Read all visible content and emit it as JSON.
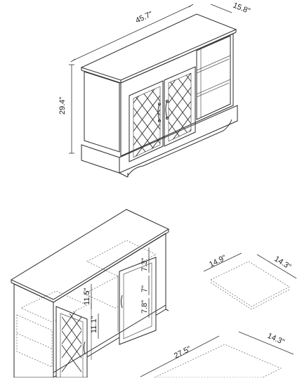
{
  "dimensions": {
    "width": "45.7\"",
    "depth": "15.8\"",
    "height": "29.4\"",
    "shelf_height_upper": "11.5\"",
    "shelf_height_lower": "11.1\"",
    "door_upper": "7.3\"",
    "door_middle": "7\"",
    "door_lower": "7.8\"",
    "small_shelf_width": "14.9\"",
    "small_shelf_depth": "14.3\"",
    "large_shelf_width": "27.5\"",
    "large_shelf_depth": "14.3\""
  }
}
